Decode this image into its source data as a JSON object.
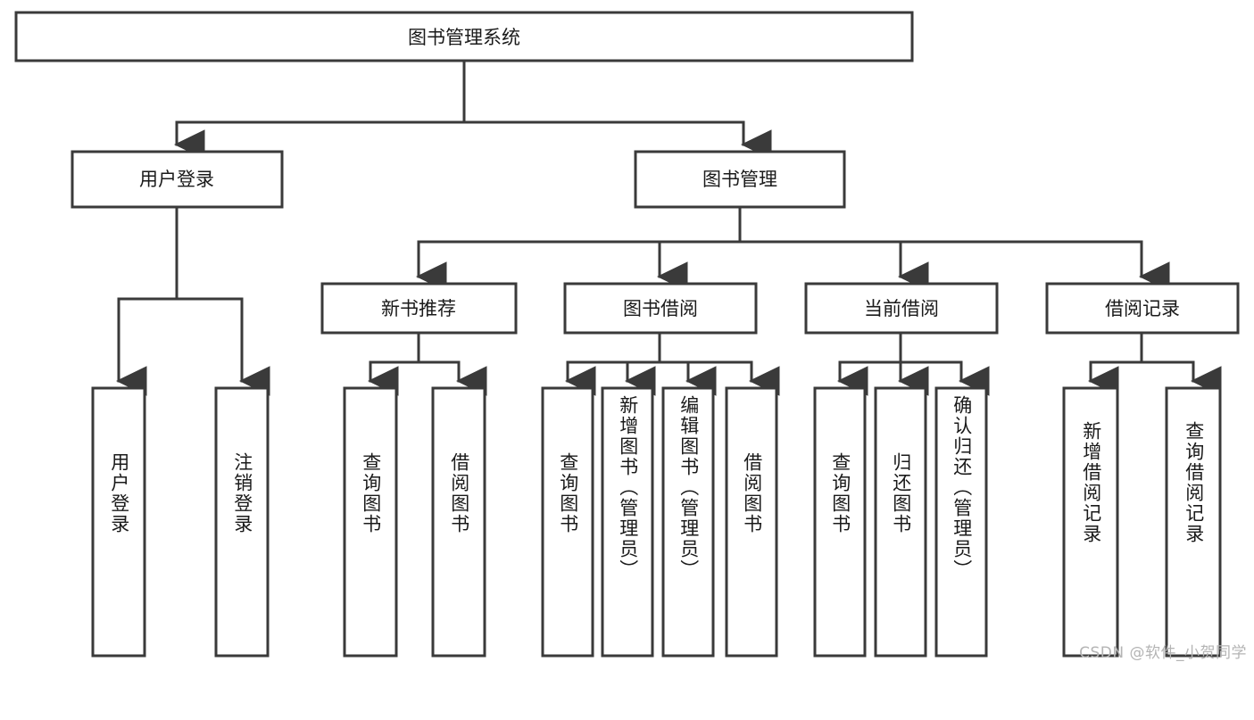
{
  "diagram": {
    "title": "图书管理系统",
    "watermark": "CSDN @软件_小贺同学",
    "colors": {
      "stroke": "#3a3a3a",
      "box_fill": "#ffffff",
      "text": "#1a1a1a",
      "watermark": "#b4b4b4",
      "background": "#ffffff"
    },
    "levels": {
      "root": {
        "label": "图书管理系统"
      },
      "level2": [
        {
          "label": "用户登录"
        },
        {
          "label": "图书管理"
        }
      ],
      "level3": [
        {
          "label": "新书推荐"
        },
        {
          "label": "图书借阅"
        },
        {
          "label": "当前借阅"
        },
        {
          "label": "借阅记录"
        }
      ],
      "leaves": {
        "user_login": [
          {
            "label": "用户登录"
          },
          {
            "label": "注销登录"
          }
        ],
        "new_book": [
          {
            "label": "查询图书"
          },
          {
            "label": "借阅图书"
          }
        ],
        "book_borrow": [
          {
            "label": "查询图书"
          },
          {
            "label": "新增图书（管理员）"
          },
          {
            "label": "编辑图书（管理员）"
          },
          {
            "label": "借阅图书"
          }
        ],
        "current_borrow": [
          {
            "label": "查询图书"
          },
          {
            "label": "归还图书"
          },
          {
            "label": "确认归还（管理员）"
          }
        ],
        "borrow_record": [
          {
            "label": "新增借阅记录"
          },
          {
            "label": "查询借阅记录"
          }
        ]
      }
    }
  }
}
